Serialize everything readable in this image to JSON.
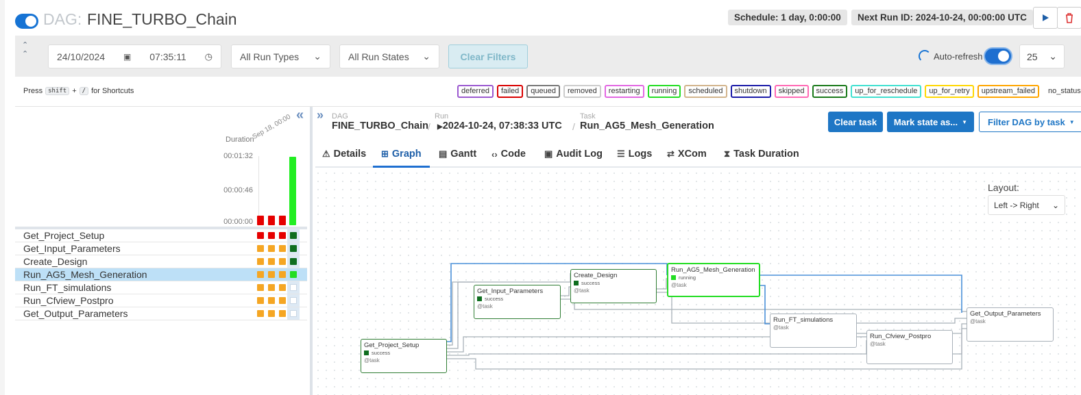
{
  "header": {
    "prefix": "DAG:",
    "dag_id": "FINE_TURBO_Chain",
    "schedule": "Schedule: 1 day, 0:00:00",
    "next_run": "Next Run ID: 2024-10-24, 00:00:00 UTC",
    "play_icon": "play-icon",
    "delete_icon": "trash-icon"
  },
  "filters": {
    "date": "24/10/2024",
    "time": "07:35:11",
    "run_types": "All Run Types",
    "run_states": "All Run States",
    "clear_filters": "Clear Filters",
    "auto_refresh": "Auto-refresh",
    "num_runs": "25"
  },
  "shortcuts": {
    "press": "Press",
    "key1": "shift",
    "plus": "+",
    "key2": "/",
    "suffix": "for Shortcuts"
  },
  "legend": [
    {
      "label": "deferred",
      "color": "#9b59d0"
    },
    {
      "label": "failed",
      "color": "#d90000"
    },
    {
      "label": "queued",
      "color": "#777777"
    },
    {
      "label": "removed",
      "color": "#cccccc"
    },
    {
      "label": "restarting",
      "color": "#e267e2"
    },
    {
      "label": "running",
      "color": "#22dd22"
    },
    {
      "label": "scheduled",
      "color": "#d2b48c"
    },
    {
      "label": "shutdown",
      "color": "#1a1aa8"
    },
    {
      "label": "skipped",
      "color": "#ff69b4"
    },
    {
      "label": "success",
      "color": "#1a7a1a"
    },
    {
      "label": "up_for_reschedule",
      "color": "#40e0d0"
    },
    {
      "label": "up_for_retry",
      "color": "#ffd700"
    },
    {
      "label": "upstream_failed",
      "color": "#ffa500"
    },
    {
      "label": "no_status",
      "color": "transparent"
    }
  ],
  "grid": {
    "duration_label": "Duration",
    "run_date": "Sep 18, 00:00",
    "ticks": [
      "00:01:32",
      "00:00:46",
      "00:00:00"
    ],
    "tasks": [
      {
        "name": "Get_Project_Setup",
        "states": [
          "failed",
          "failed",
          "failed",
          "success"
        ]
      },
      {
        "name": "Get_Input_Parameters",
        "states": [
          "upstream_failed",
          "upstream_failed",
          "upstream_failed",
          "success"
        ]
      },
      {
        "name": "Create_Design",
        "states": [
          "upstream_failed",
          "upstream_failed",
          "upstream_failed",
          "success"
        ]
      },
      {
        "name": "Run_AG5_Mesh_Generation",
        "states": [
          "upstream_failed",
          "upstream_failed",
          "upstream_failed",
          "running"
        ]
      },
      {
        "name": "Run_FT_simulations",
        "states": [
          "upstream_failed",
          "upstream_failed",
          "upstream_failed",
          "no_status"
        ]
      },
      {
        "name": "Run_Cfview_Postpro",
        "states": [
          "upstream_failed",
          "upstream_failed",
          "upstream_failed",
          "no_status"
        ]
      },
      {
        "name": "Get_Output_Parameters",
        "states": [
          "upstream_failed",
          "upstream_failed",
          "upstream_failed",
          "no_status"
        ]
      }
    ]
  },
  "breadcrumb": {
    "dag_label": "DAG",
    "dag_value": "FINE_TURBO_Chain",
    "run_label": "Run",
    "run_value": "2024-10-24, 07:38:33 UTC",
    "task_label": "Task",
    "task_value": "Run_AG5_Mesh_Generation",
    "sep": "/"
  },
  "actions": {
    "clear_task": "Clear task",
    "mark_state": "Mark state as...",
    "filter_dag": "Filter DAG by task"
  },
  "tabs": [
    {
      "label": "Details",
      "icon": "⚠"
    },
    {
      "label": "Graph",
      "icon": "⊞"
    },
    {
      "label": "Gantt",
      "icon": "▤"
    },
    {
      "label": "Code",
      "icon": "‹›"
    },
    {
      "label": "Audit Log",
      "icon": "▣"
    },
    {
      "label": "Logs",
      "icon": "☰"
    },
    {
      "label": "XCom",
      "icon": "⇄"
    },
    {
      "label": "Task Duration",
      "icon": "⧗"
    }
  ],
  "graph": {
    "layout_label": "Layout:",
    "layout_value": "Left -> Right",
    "nodes": [
      {
        "name": "Get_Project_Setup",
        "state": "success",
        "tag": "@task"
      },
      {
        "name": "Get_Input_Parameters",
        "state": "success",
        "tag": "@task"
      },
      {
        "name": "Create_Design",
        "state": "success",
        "tag": "@task"
      },
      {
        "name": "Run_AG5_Mesh_Generation",
        "state": "running",
        "tag": "@task"
      },
      {
        "name": "Run_FT_simulations",
        "state": "",
        "tag": "@task"
      },
      {
        "name": "Run_Cfview_Postpro",
        "state": "",
        "tag": "@task"
      },
      {
        "name": "Get_Output_Parameters",
        "state": "",
        "tag": "@task"
      }
    ]
  },
  "colors": {
    "accent": "#1e76c5",
    "failed": "#e60000",
    "upstream_failed": "#f5a623",
    "success": "#0f6e1f",
    "running": "#22dd22"
  }
}
